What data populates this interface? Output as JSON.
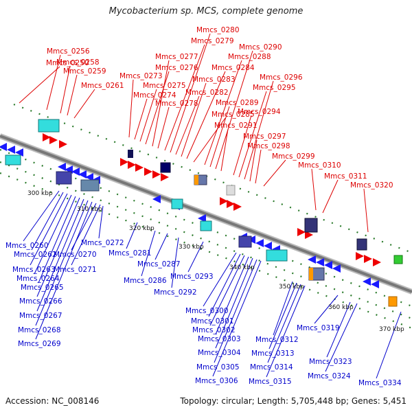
{
  "title": "Mycobacterium sp. MCS, complete genome",
  "footer": {
    "accession": "Accession: NC_008146",
    "summary": "Topology: circular; Length: 5,705,448 bp; Genes: 5,451"
  },
  "colors": {
    "forward_label": "#dd0000",
    "reverse_label": "#0000cc",
    "backbone": "#888888",
    "forward_gene": "#ee0000",
    "reverse_gene": "#1a1aff",
    "tick_mark": "#2a7a2a"
  },
  "kbp_ticks": [
    "300 kbp",
    "310 kbp",
    "320 kbp",
    "330 kbp",
    "340 kbp",
    "350 kbp",
    "360 kbp",
    "370 kbp"
  ],
  "forward_labels": [
    "Mmcs_0250",
    "Mmcs_0256",
    "Mmcs_0258",
    "Mmcs_0259",
    "Mmcs_0261",
    "Mmcs_0273",
    "Mmcs_0274",
    "Mmcs_0275",
    "Mmcs_0276",
    "Mmcs_0277",
    "Mmcs_0278",
    "Mmcs_0279",
    "Mmcs_0280",
    "Mmcs_0282",
    "Mmcs_0283",
    "Mmcs_0284",
    "Mmcs_0285",
    "Mmcs_0288",
    "Mmcs_0289",
    "Mmcs_0290",
    "Mmcs_0291",
    "Mmcs_0294",
    "Mmcs_0295",
    "Mmcs_0296",
    "Mmcs_0297",
    "Mmcs_0298",
    "Mmcs_0299",
    "Mmcs_0310",
    "Mmcs_0311",
    "Mmcs_0320"
  ],
  "reverse_labels": [
    "Mmcs_0260",
    "Mmcs_0262",
    "Mmcs_0263",
    "Mmcs_0264",
    "Mmcs_0265",
    "Mmcs_0266",
    "Mmcs_0267",
    "Mmcs_0268",
    "Mmcs_0269",
    "Mmcs_0270",
    "Mmcs_0271",
    "Mmcs_0272",
    "Mmcs_0281",
    "Mmcs_0286",
    "Mmcs_0287",
    "Mmcs_0292",
    "Mmcs_0293",
    "Mmcs_0300",
    "Mmcs_0301",
    "Mmcs_0302",
    "Mmcs_0303",
    "Mmcs_0304",
    "Mmcs_0305",
    "Mmcs_0306",
    "Mmcs_0312",
    "Mmcs_0313",
    "Mmcs_0314",
    "Mmcs_0315",
    "Mmcs_0319",
    "Mmcs_0323",
    "Mmcs_0324",
    "Mmcs_0334"
  ]
}
